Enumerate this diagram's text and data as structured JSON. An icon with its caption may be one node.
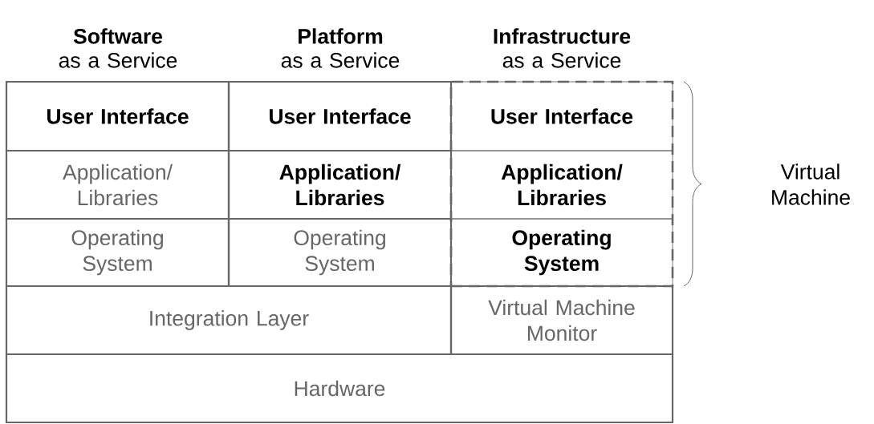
{
  "diagram": {
    "nodes": [
      {
        "text": [
          "User Interface"
        ]
      },
      {
        "text": [
          "User Interface"
        ]
      },
      {
        "text": [],
        "shape": "box"
      },
      {
        "text": [
          "User Interface"
        ],
        "in": 2
      },
      {
        "text": [
          "Application/ Libraries"
        ]
      },
      {
        "text": [
          "Application/ Libraries"
        ]
      },
      {
        "text": [
          "Application/ Libraries"
        ],
        "in": 2
      },
      {
        "text": [
          "Operating System"
        ]
      },
      {
        "text": [
          "Operating System"
        ]
      },
      {
        "text": [
          "Operating System"
        ],
        "in": 2
      },
      {
        "text": [
          "Integration Layer"
        ]
      },
      {
        "text": [
          "Virtual Machine Monitor"
        ]
      },
      {
        "text": [
          "Hardware"
        ]
      }
    ],
    "labels": [
      "Software",
      "as a Service",
      "Platform",
      "as a Service",
      "Infrastructure",
      "as a Service",
      "Virtual Machine"
    ]
  }
}
